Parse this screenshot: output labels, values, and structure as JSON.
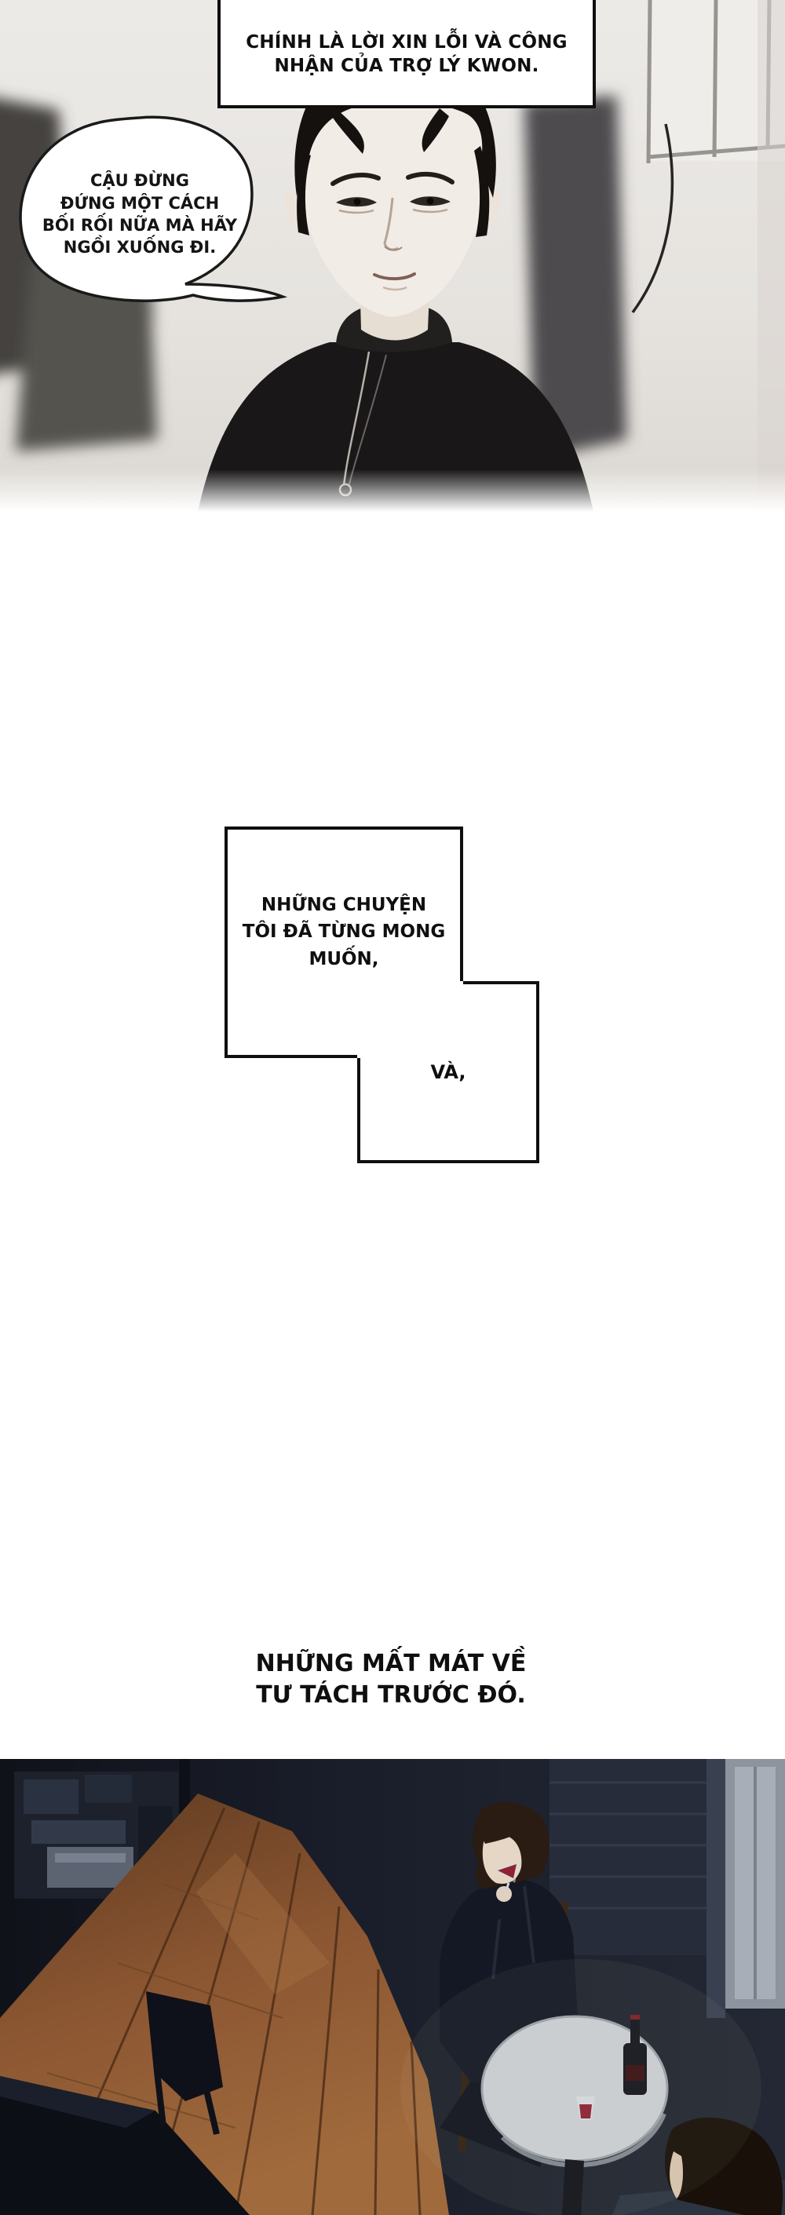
{
  "panel_top": {
    "caption": {
      "lines": [
        "CHÍNH LÀ LỜI XIN LỖI VÀ CÔNG",
        "NHẬN CỦA TRỢ LÝ KWON."
      ]
    },
    "speech": {
      "lines": [
        "CẬU ĐỪNG",
        "ĐỨNG MỘT CÁCH",
        "BỐI RỐI NỮA MÀ HÃY",
        "NGỒI XUỐNG ĐI."
      ]
    }
  },
  "narration": {
    "box_wishes": {
      "lines": [
        "NHỮNG CHUYỆN",
        "TÔI ĐÃ TỪNG MONG",
        "MUỐN,"
      ]
    },
    "box_and": {
      "text": "VÀ,"
    },
    "caption_loss": {
      "lines": [
        "NHỮNG MẤT MÁT VỀ",
        "TƯ TÁCH TRƯỚC ĐÓ."
      ]
    }
  },
  "colors": {
    "ink": "#0f0f0f",
    "panel_bg": "#e8e5e1",
    "hair_black": "#15110e",
    "skin": "#f1ece6",
    "night_bg": "#1a1e2a",
    "wood_floor": "#8a5531",
    "table_white": "#c9cdd2",
    "wine_red": "#8d2333"
  }
}
